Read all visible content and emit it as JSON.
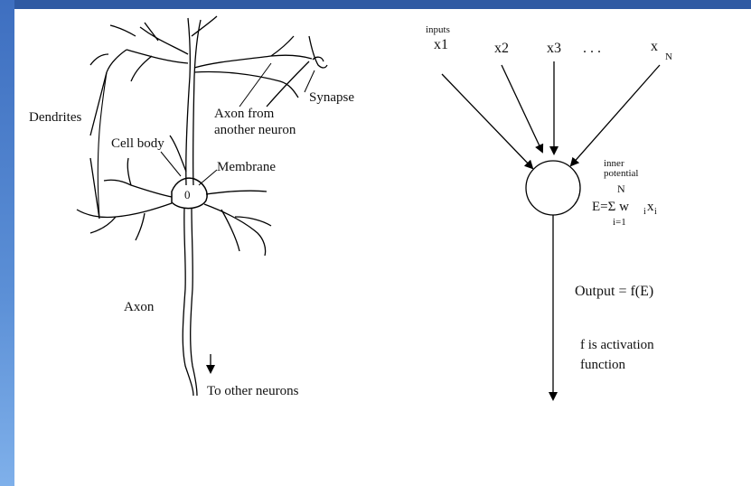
{
  "neuron": {
    "dendrites": "Dendrites",
    "cell_body": "Cell body",
    "membrane": "Membrane",
    "nucleus": "0",
    "axon_from_1": "Axon from",
    "axon_from_2": "another neuron",
    "synapse": "Synapse",
    "axon": "Axon",
    "to_other": "To other neurons"
  },
  "model": {
    "inputs": "inputs",
    "x1": "x1",
    "x2": "x2",
    "x3": "x3",
    "dots": ". . .",
    "xn": "x",
    "xn_sub": "N",
    "inner": "inner",
    "potential": "potential",
    "sum_top": "N",
    "sum_eq": "E=Σ w",
    "sum_i": "i",
    "sum_x": "x",
    "sum_i2": "i",
    "sum_bottom": "i=1",
    "output": "Output = f(E)",
    "note1": "f is activation",
    "note2": "function"
  },
  "colors": {
    "frame": "#2f5aa3",
    "sidebar": "#5b8fd6"
  }
}
